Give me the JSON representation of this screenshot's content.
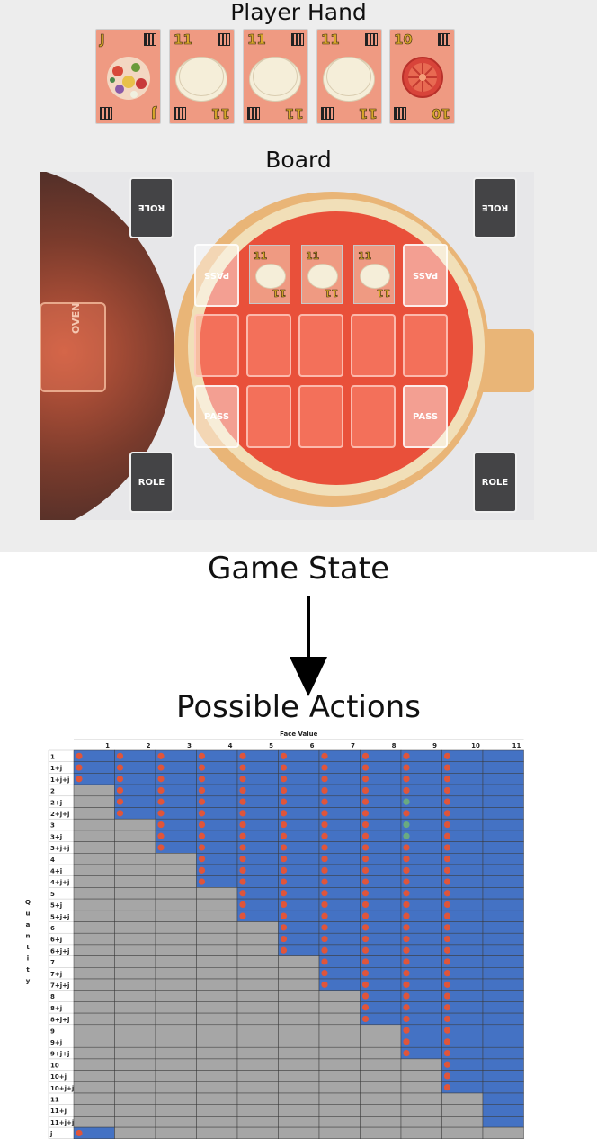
{
  "titles": {
    "player_hand": "Player Hand",
    "board": "Board",
    "game_state": "Game State",
    "possible_actions": "Possible Actions"
  },
  "hand": [
    {
      "rank": "J",
      "image": "ingredient-pile-icon"
    },
    {
      "rank": "11",
      "image": "dough-icon"
    },
    {
      "rank": "11",
      "image": "dough-icon"
    },
    {
      "rank": "11",
      "image": "dough-icon"
    },
    {
      "rank": "10",
      "image": "tomato-slice-icon"
    }
  ],
  "board": {
    "oven_label": "OVEN",
    "role_label": "ROLE",
    "pass_label": "PASS",
    "played_cards": [
      "11",
      "11",
      "11"
    ]
  },
  "action_table": {
    "x_header": "Face Value",
    "y_header": "Quantity",
    "columns": [
      "1",
      "2",
      "3",
      "4",
      "5",
      "6",
      "7",
      "8",
      "9",
      "10",
      "11"
    ],
    "rows": [
      "1",
      "1+j",
      "1+j+j",
      "2",
      "2+j",
      "2+j+j",
      "3",
      "3+j",
      "3+j+j",
      "4",
      "4+j",
      "4+j+j",
      "5",
      "5+j",
      "5+j+j",
      "6",
      "6+j",
      "6+j+j",
      "7",
      "7+j",
      "7+j+j",
      "8",
      "8+j",
      "8+j+j",
      "9",
      "9+j",
      "9+j+j",
      "10",
      "10+j",
      "10+j+j",
      "11",
      "11+j",
      "11+j+j",
      "j"
    ],
    "colors": {
      "valid": "#4472c4",
      "invalid": "#a6a6a6",
      "action_dot": "#e0553a",
      "chosen_dot": "#6aaa80"
    },
    "chosen_actions": [
      [
        4,
        8
      ],
      [
        6,
        8
      ],
      [
        7,
        8
      ]
    ]
  }
}
